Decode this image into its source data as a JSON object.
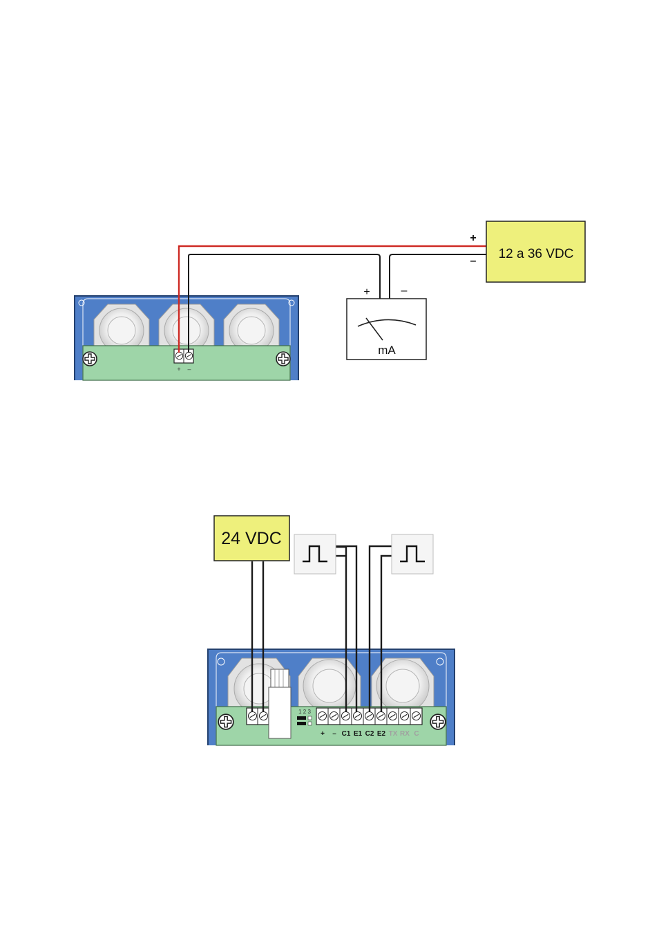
{
  "diagram1": {
    "supply_label": "12 a 36 VDC",
    "supply_plus": "+",
    "supply_minus": "–",
    "meter_label": "mA",
    "meter_plus": "+",
    "meter_minus": "–",
    "terminal_plus": "+",
    "terminal_minus": "–"
  },
  "diagram2": {
    "supply_label": "24 VDC",
    "dip_numbers": "1 2 3",
    "terminal_labels": [
      "+",
      "–",
      "C1",
      "E1",
      "C2",
      "E2",
      "TX",
      "RX",
      "C"
    ]
  },
  "colors": {
    "enclosure_blue": "#4f7fc8",
    "board_green": "#9ed5a8",
    "supply_yellow": "#eef07c",
    "wire_red": "#e8312a",
    "wire_black": "#1a1a1a",
    "faded_label": "#a0a0a0"
  }
}
